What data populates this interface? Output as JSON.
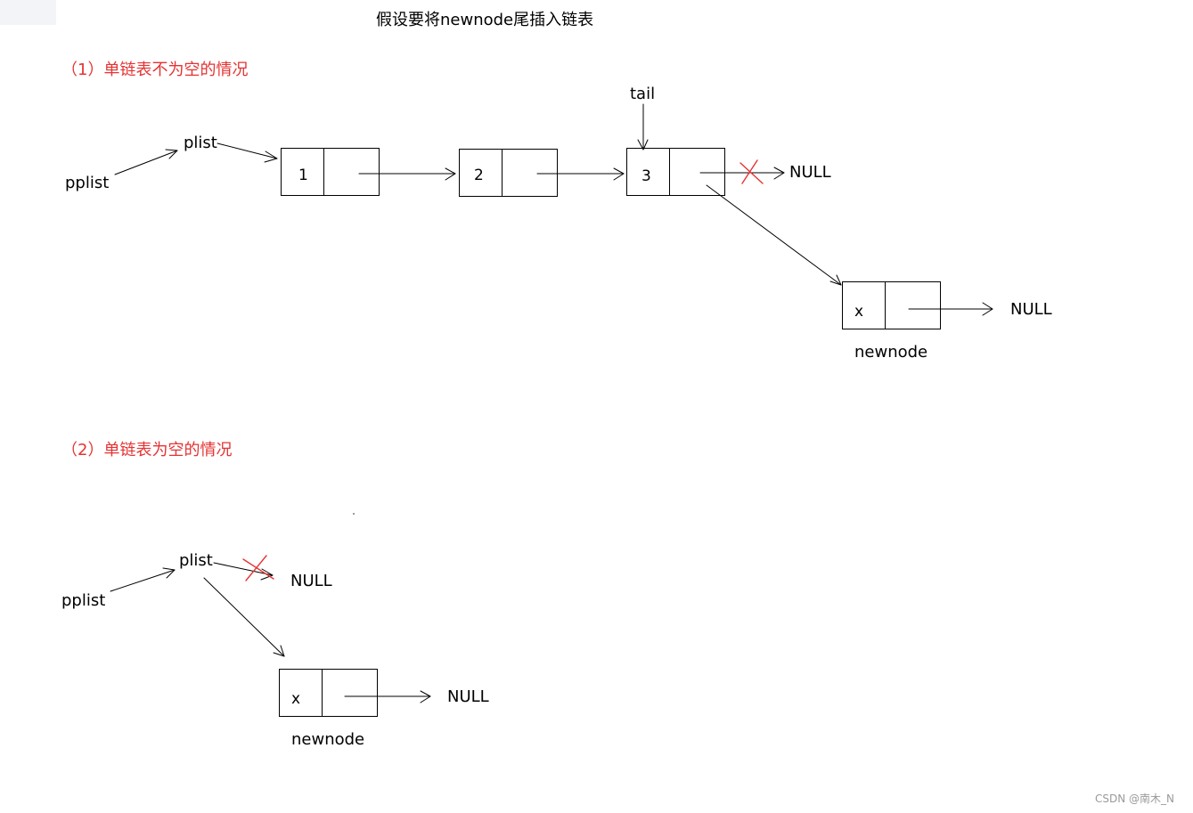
{
  "title": "假设要将newnode尾插入链表",
  "section1": {
    "heading": "（1）单链表不为空的情况",
    "pplist": "pplist",
    "plist": "plist",
    "tail": "tail",
    "nodes": [
      "1",
      "2",
      "3"
    ],
    "null_label": "NULL",
    "newnode": {
      "value": "x",
      "label": "newnode",
      "null_label": "NULL"
    }
  },
  "section2": {
    "heading": "（2）单链表为空的情况",
    "pplist": "pplist",
    "plist": "plist",
    "null_label": "NULL",
    "newnode": {
      "value": "x",
      "label": "newnode",
      "null_label": "NULL"
    }
  },
  "watermark": "CSDN @南木_N",
  "colors": {
    "text": "#000000",
    "heading": "#e53333",
    "cross": "#e53333"
  }
}
